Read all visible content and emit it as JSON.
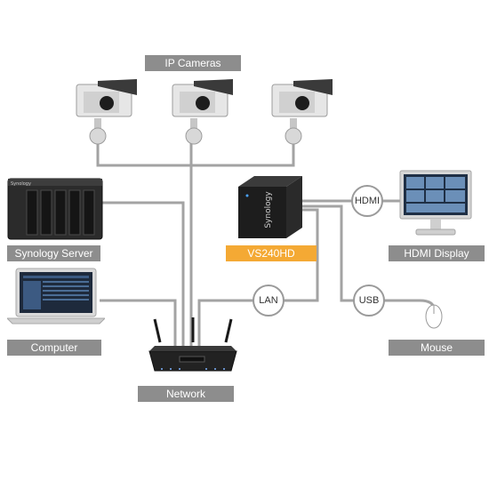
{
  "labels": {
    "ip_cameras": "IP Cameras",
    "synology_server": "Synology Server",
    "computer": "Computer",
    "network": "Network",
    "vs240hd": "VS240HD",
    "hdmi_display": "HDMI Display",
    "mouse": "Mouse"
  },
  "ports": {
    "hdmi": "HDMI",
    "lan": "LAN",
    "usb": "USB"
  },
  "device_text": {
    "vs240hd_brand": "Synology",
    "server_brand": "Synology"
  },
  "colors": {
    "label_bg": "#8d8d8d",
    "accent": "#f4a934",
    "wire": "#a3a3a3"
  },
  "icons": [
    "camera-icon",
    "nas-icon",
    "laptop-icon",
    "router-icon",
    "vs240hd-icon",
    "monitor-icon",
    "mouse-icon"
  ]
}
